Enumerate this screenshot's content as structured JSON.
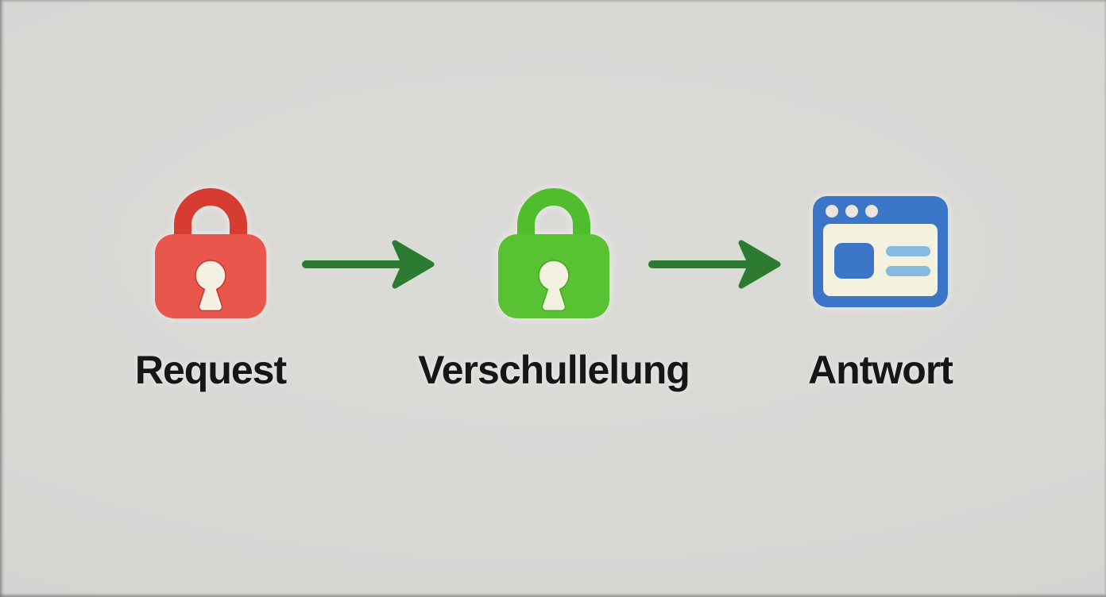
{
  "page": {
    "background_color": "#d9d8d5",
    "label_color": "#161616"
  },
  "diagram": {
    "nodes": [
      {
        "id": "request",
        "label": "Request",
        "icon": "red-padlock-icon",
        "colors": {
          "shackle": "#d63c31",
          "body": "#e9564c",
          "keyhole": "#f5f1e2",
          "keyhole_outline": "#bf3a30"
        }
      },
      {
        "id": "verschullelung",
        "label": "Verschullelung",
        "icon": "green-padlock-icon",
        "colors": {
          "shackle": "#50bd2d",
          "body": "#58c232",
          "keyhole": "#f1f0e1",
          "keyhole_outline": "#46a527"
        }
      },
      {
        "id": "antwort",
        "label": "Antwort",
        "icon": "browser-window-icon",
        "colors": {
          "frame": "#3b75c8",
          "content": "#f4f1de",
          "dots": "#ece4df",
          "block": "#3b75c8",
          "bars": "#84bce0"
        }
      }
    ],
    "arrows": [
      {
        "id": "arrow-1",
        "icon": "right-arrow-icon",
        "color": "#2d7a33"
      },
      {
        "id": "arrow-2",
        "icon": "right-arrow-icon",
        "color": "#2d7a33"
      }
    ]
  }
}
